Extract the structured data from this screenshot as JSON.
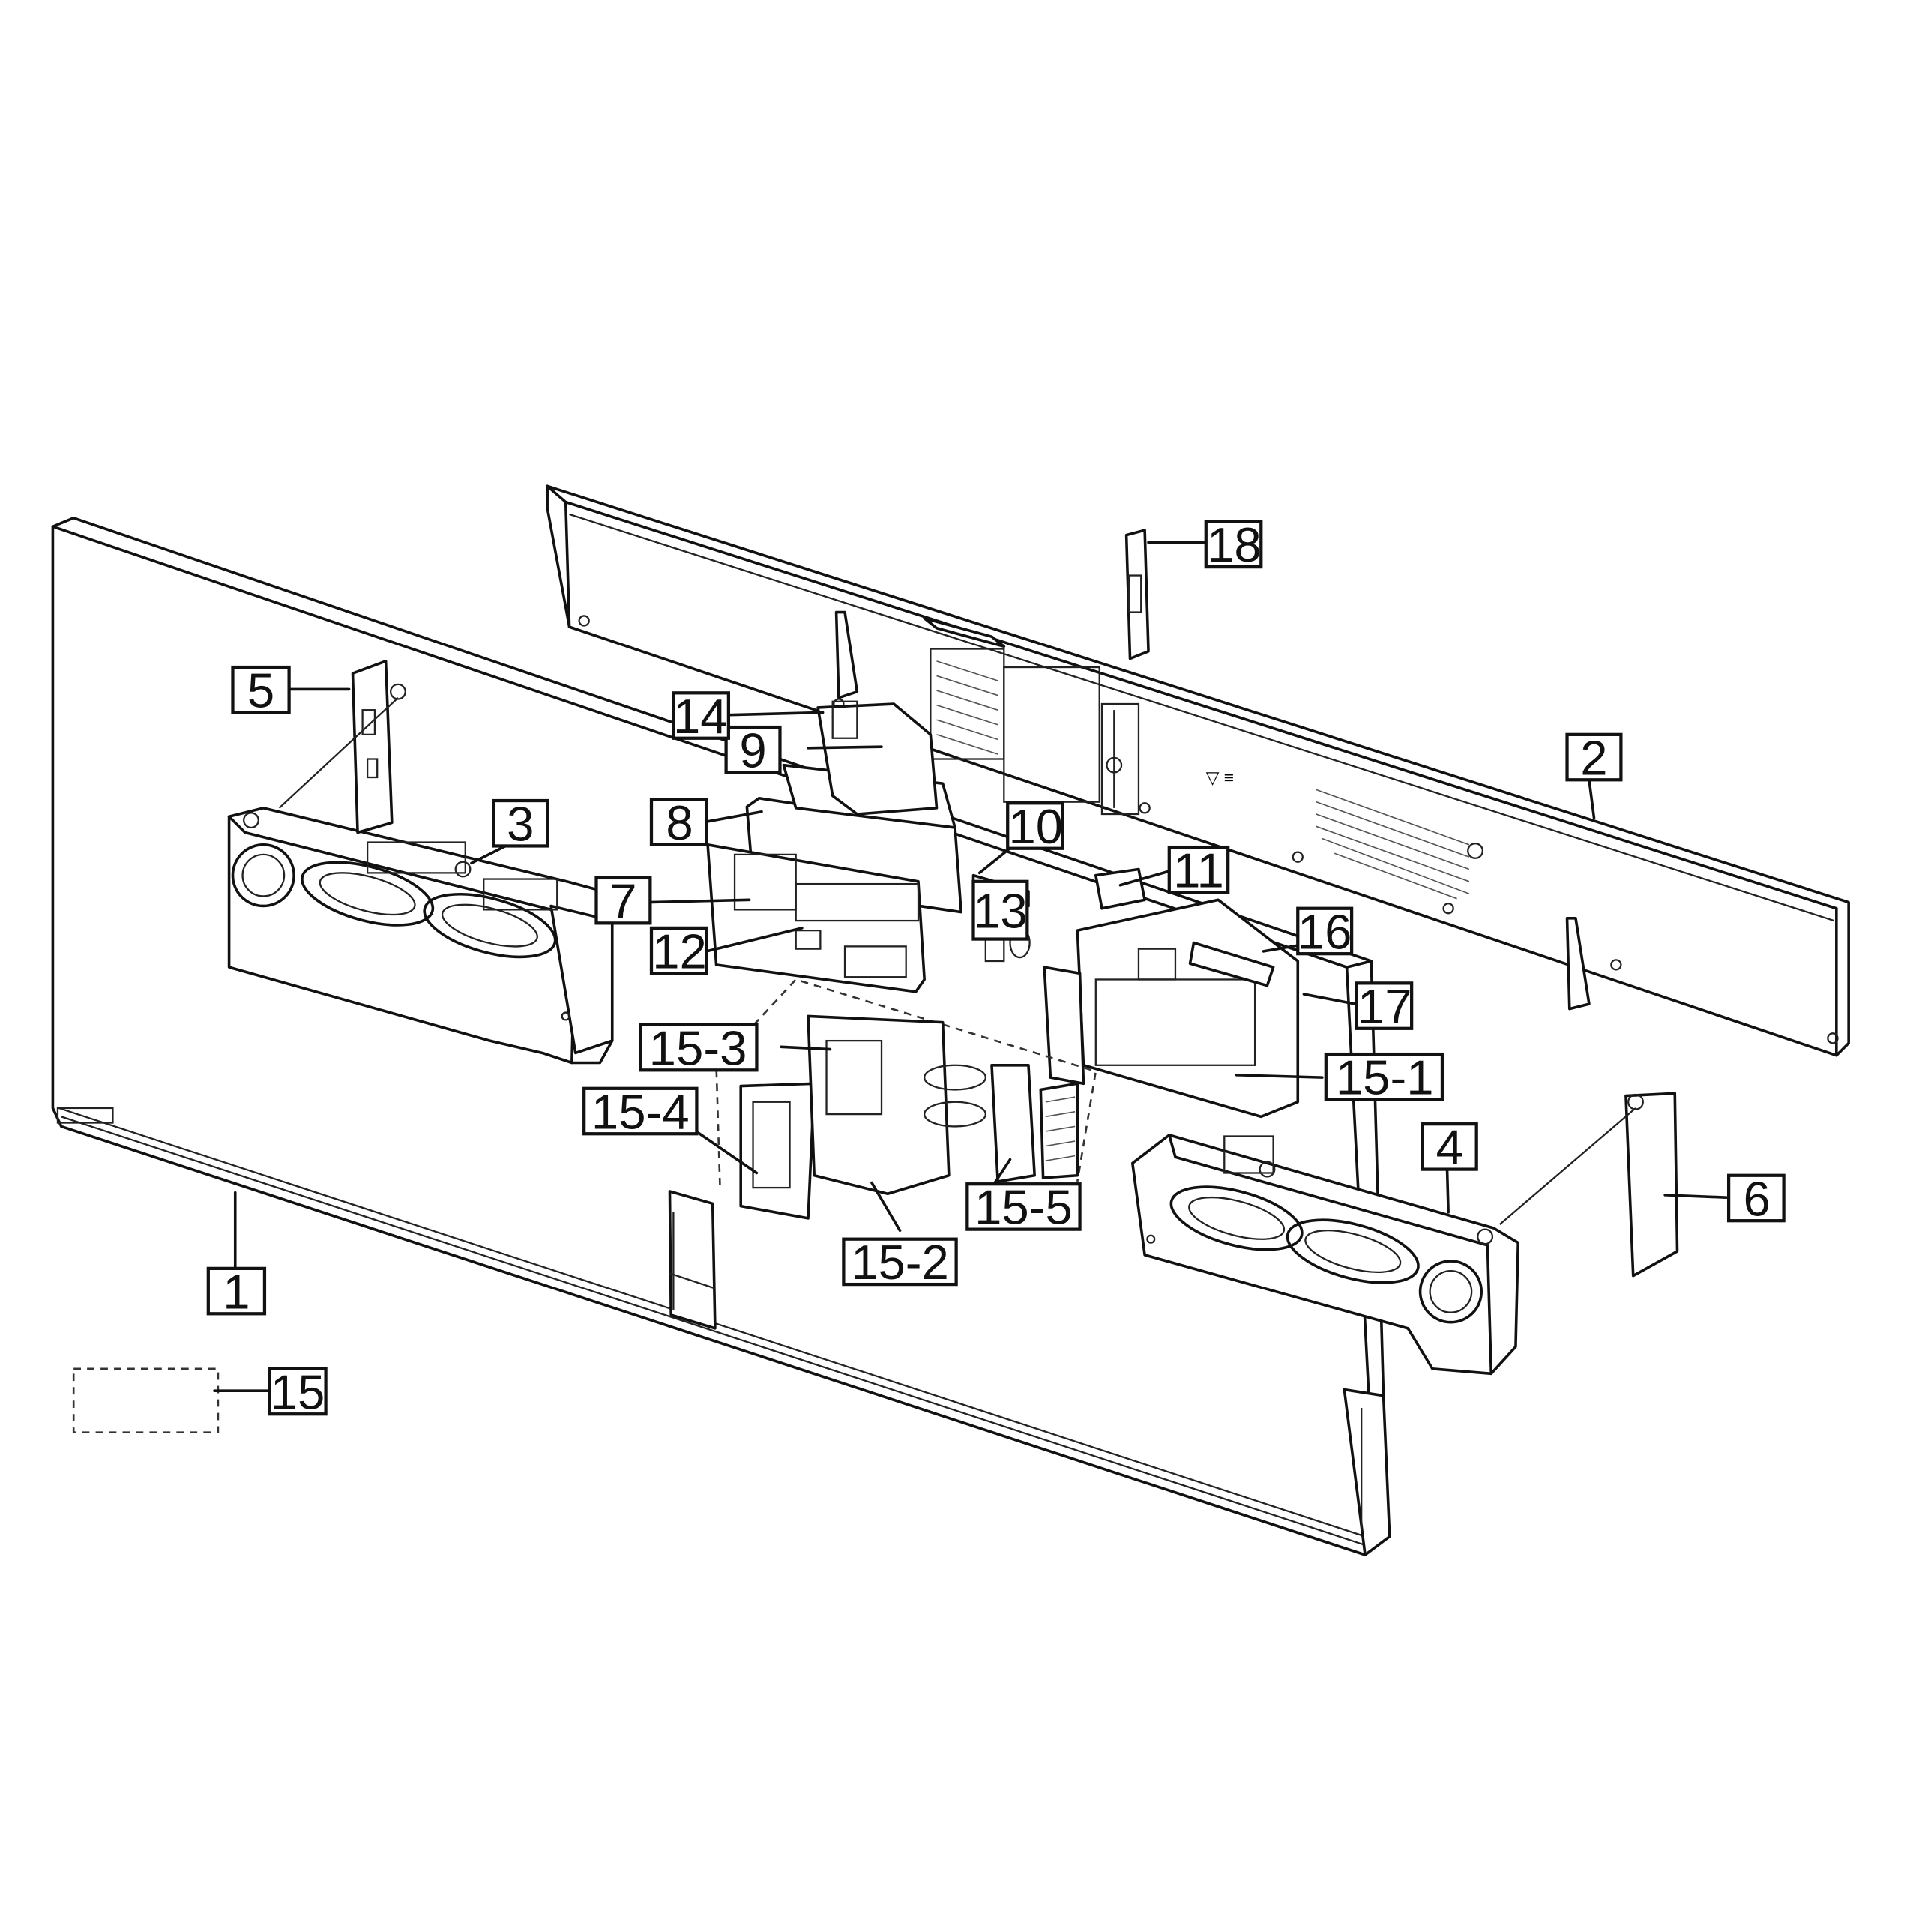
{
  "diagram": {
    "callouts": [
      {
        "id": "c1",
        "label": "1"
      },
      {
        "id": "c2",
        "label": "2"
      },
      {
        "id": "c3",
        "label": "3"
      },
      {
        "id": "c4",
        "label": "4"
      },
      {
        "id": "c5",
        "label": "5"
      },
      {
        "id": "c6",
        "label": "6"
      },
      {
        "id": "c7",
        "label": "7"
      },
      {
        "id": "c8",
        "label": "8"
      },
      {
        "id": "c9",
        "label": "9"
      },
      {
        "id": "c10",
        "label": "10"
      },
      {
        "id": "c11",
        "label": "11"
      },
      {
        "id": "c12",
        "label": "12"
      },
      {
        "id": "c13",
        "label": "13"
      },
      {
        "id": "c14",
        "label": "14"
      },
      {
        "id": "c15",
        "label": "15"
      },
      {
        "id": "c15-1",
        "label": "15-1"
      },
      {
        "id": "c15-2",
        "label": "15-2"
      },
      {
        "id": "c15-3",
        "label": "15-3"
      },
      {
        "id": "c15-4",
        "label": "15-4"
      },
      {
        "id": "c15-5",
        "label": "15-5"
      },
      {
        "id": "c16",
        "label": "16"
      },
      {
        "id": "c17",
        "label": "17"
      },
      {
        "id": "c18",
        "label": "18"
      }
    ]
  }
}
